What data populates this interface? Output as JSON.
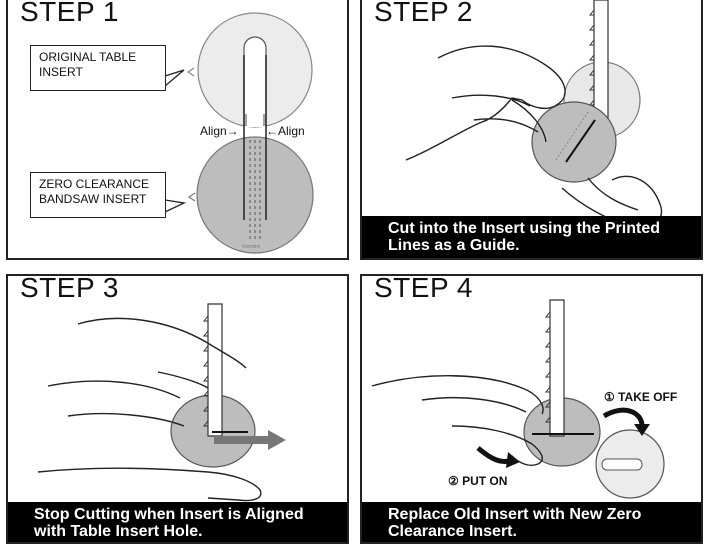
{
  "steps": [
    {
      "title": "STEP 1",
      "caption_line1": "",
      "caption_line2": ""
    },
    {
      "title": "STEP 2",
      "caption_line1": "Cut into the Insert using the Printed",
      "caption_line2": "Lines as a Guide."
    },
    {
      "title": "STEP 3",
      "caption_line1": "Stop Cutting when Insert is Aligned",
      "caption_line2": "with Table Insert Hole."
    },
    {
      "title": "STEP 4",
      "caption_line1": "Replace Old Insert with New Zero",
      "caption_line2": "Clearance Insert."
    }
  ],
  "step1": {
    "callout_original_line1": "ORIGINAL TABLE",
    "callout_original_line2": "INSERT",
    "callout_zero_line1": "ZERO CLEARANCE",
    "callout_zero_line2": "BANDSAW INSERT",
    "align_left": "Align→",
    "align_right": "←Align"
  },
  "step4": {
    "take_off": "① TAKE OFF",
    "put_on": "② PUT ON"
  },
  "colors": {
    "insert_gray": "#bdbdbd",
    "light_gray": "#ececec",
    "caption_bg": "#000000"
  }
}
